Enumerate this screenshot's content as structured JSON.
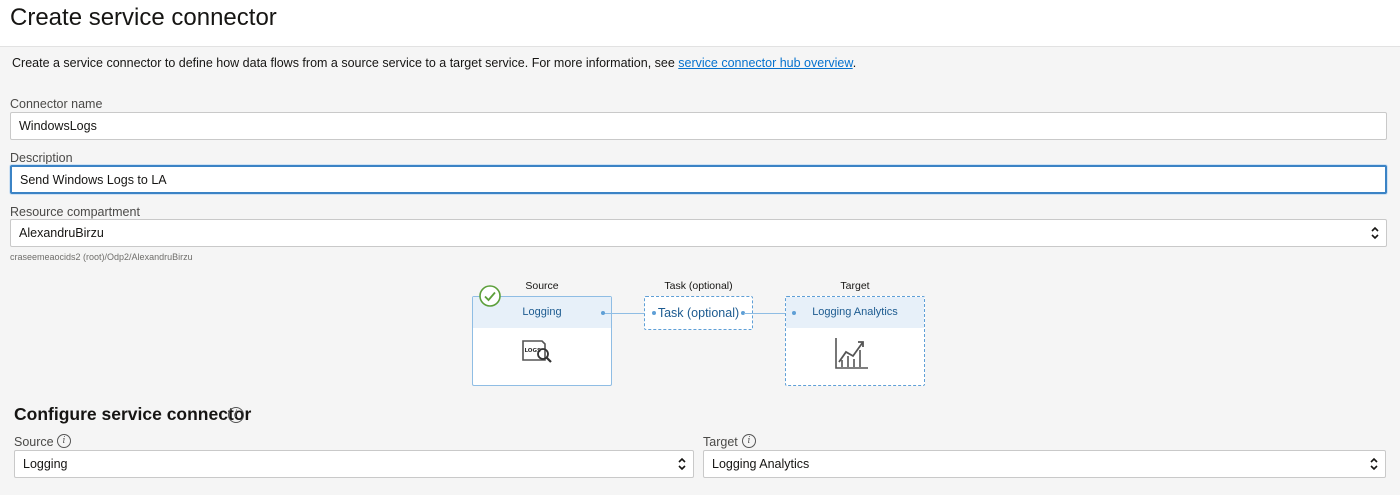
{
  "page": {
    "title": "Create service connector",
    "intro_text": "Create a service connector to define how data flows from a source service to a target service. For more information, see ",
    "intro_link": "service connector hub overview",
    "intro_end": "."
  },
  "form": {
    "connector_name_label": "Connector name",
    "connector_name_value": "WindowsLogs",
    "description_label": "Description",
    "description_value": "Send Windows Logs to LA",
    "compartment_label": "Resource compartment",
    "compartment_value": "AlexandruBirzu",
    "compartment_path": "craseemeaocids2 (root)/Odp2/AlexandruBirzu"
  },
  "flow": {
    "source_heading": "Source",
    "source_name": "Logging",
    "task_heading": "Task (optional)",
    "task_name": "Task (optional)",
    "target_heading": "Target",
    "target_name": "Logging Analytics",
    "logs_icon_text": "LOGS"
  },
  "configure": {
    "title": "Configure service connector",
    "source_label": "Source",
    "source_value": "Logging",
    "target_label": "Target",
    "target_value": "Logging Analytics"
  },
  "colors": {
    "link": "#0572ce",
    "focus": "#3b83c5",
    "flow_accent": "#5f9fd6",
    "check": "#5c9f3a"
  }
}
